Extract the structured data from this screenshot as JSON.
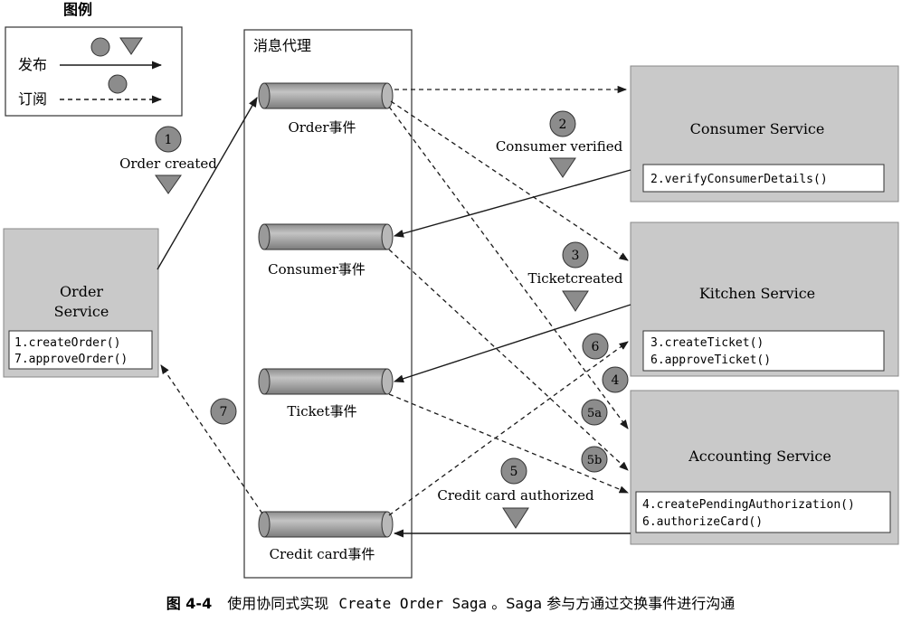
{
  "legend": {
    "title": "图例",
    "publish": "发布",
    "subscribe": "订阅"
  },
  "broker": {
    "title": "消息代理",
    "channels": [
      "Order事件",
      "Consumer事件",
      "Ticket事件",
      "Credit card事件"
    ]
  },
  "services": {
    "order": {
      "title_line1": "Order",
      "title_line2": "Service",
      "methods": [
        "1.createOrder()",
        "7.approveOrder()"
      ]
    },
    "consumer": {
      "title": "Consumer Service",
      "methods": [
        "2.verifyConsumerDetails()"
      ]
    },
    "kitchen": {
      "title": "Kitchen Service",
      "methods": [
        "3.createTicket()",
        "6.approveTicket()"
      ]
    },
    "accounting": {
      "title": "Accounting Service",
      "methods": [
        "4.createPendingAuthorization()",
        "6.authorizeCard()"
      ]
    }
  },
  "events": {
    "order_created": "Order created",
    "consumer_verified": "Consumer verified",
    "ticket_created": "Ticketcreated",
    "card_authorized": "Credit card authorized"
  },
  "steps": {
    "s1": "1",
    "s2": "2",
    "s3": "3",
    "s4": "4",
    "s5": "5",
    "s5a": "5a",
    "s5b": "5b",
    "s6": "6",
    "s7": "7"
  },
  "caption": {
    "figure": "图 4-4",
    "text_a": "使用协同式实现",
    "code": "Create Order Saga",
    "text_b": "。Saga 参与方通过交换事件进行沟通"
  },
  "colors": {
    "service_fill": "#c9c9c9",
    "channel_fill": "#a9a9a9",
    "marker_fill": "#8c8c8c",
    "line": "#1a1a1a"
  }
}
